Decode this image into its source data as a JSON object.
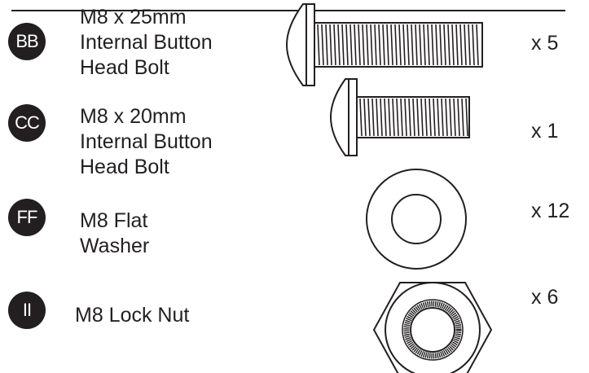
{
  "parts": [
    {
      "code": "BB",
      "name_lines": [
        "M8 x 25mm",
        "Internal Button",
        "Head Bolt"
      ],
      "quantity": "x 5",
      "icon": "button-head-bolt-icon"
    },
    {
      "code": "CC",
      "name_lines": [
        "M8 x 20mm",
        "Internal Button",
        "Head Bolt"
      ],
      "quantity": "x 1",
      "icon": "button-head-bolt-icon"
    },
    {
      "code": "FF",
      "name_lines": [
        "M8 Flat",
        "Washer"
      ],
      "quantity": "x 12",
      "icon": "flat-washer-icon"
    },
    {
      "code": "II",
      "name_lines": [
        "M8 Lock Nut"
      ],
      "quantity": "x 6",
      "icon": "lock-nut-icon"
    }
  ],
  "colors": {
    "ink": "#231f20",
    "badge_text": "#ffffff"
  }
}
